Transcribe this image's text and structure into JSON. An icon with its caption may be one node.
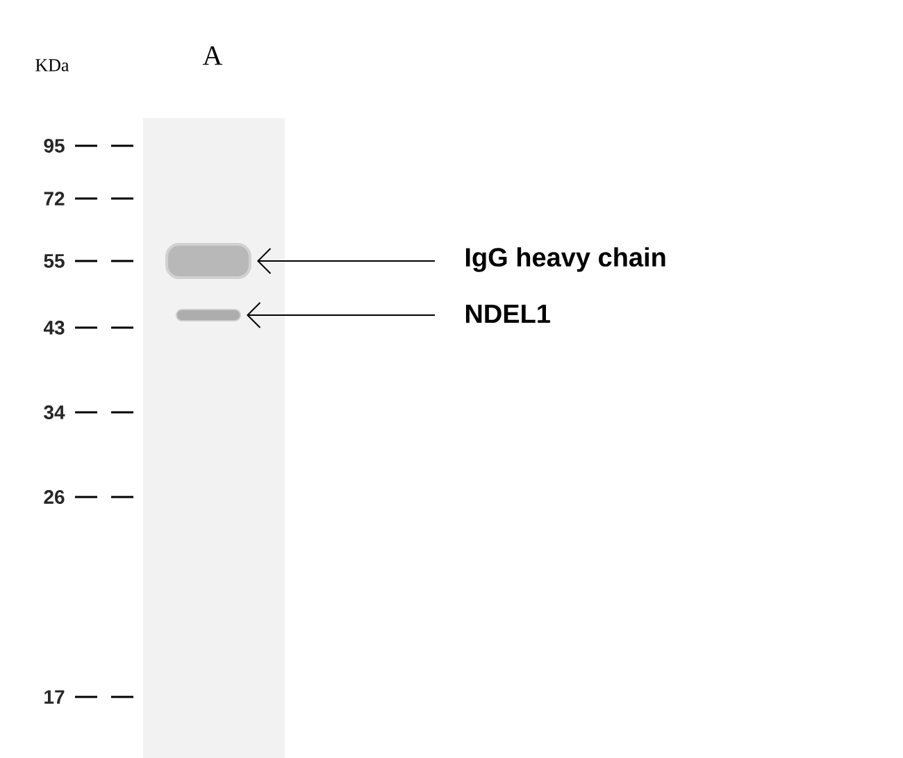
{
  "diagram": {
    "nodes": [
      {
        "text": [
          "IgG heavy chain"
        ]
      },
      {
        "text": [],
        "shape": "bar"
      },
      {
        "text": [
          "NDEL1"
        ]
      },
      {
        "text": [],
        "shape": "bar"
      }
    ],
    "edges": [
      {
        "from": 0,
        "to": 1,
        "arrow": "to"
      },
      {
        "from": 2,
        "to": 3,
        "arrow": "to"
      }
    ],
    "labels": [
      "KDa",
      "A",
      "95",
      "72",
      "55",
      "43",
      "34",
      "26",
      "17"
    ]
  }
}
